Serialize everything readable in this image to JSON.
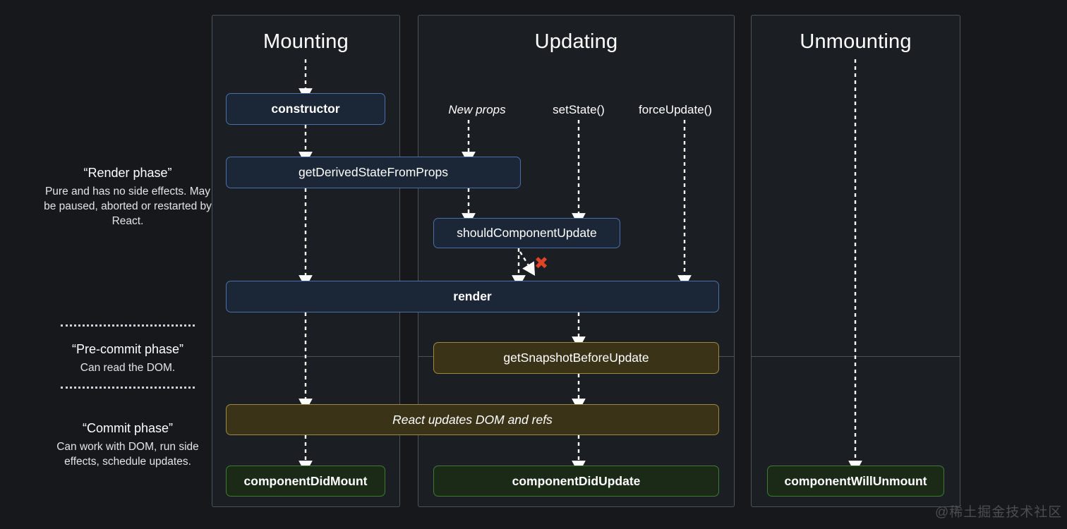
{
  "background_color": "#16181c",
  "columns": [
    {
      "id": "mounting",
      "title": "Mounting"
    },
    {
      "id": "updating",
      "title": "Updating"
    },
    {
      "id": "unmounting",
      "title": "Unmounting"
    }
  ],
  "phases": [
    {
      "id": "render-phase",
      "title": "“Render phase”",
      "description": "Pure and has no side effects. May be paused, aborted or restarted by React."
    },
    {
      "id": "pre-commit-phase",
      "title": "“Pre-commit phase”",
      "description": "Can read the DOM."
    },
    {
      "id": "commit-phase",
      "title": "“Commit phase”",
      "description": "Can work with DOM, run side effects, schedule updates."
    }
  ],
  "triggers": [
    {
      "id": "new-props",
      "label": "New props",
      "style": "italic"
    },
    {
      "id": "set-state",
      "label": "setState()",
      "style": "normal"
    },
    {
      "id": "force-update",
      "label": "forceUpdate()",
      "style": "normal"
    }
  ],
  "nodes": [
    {
      "id": "constructor",
      "label": "constructor",
      "color": "blue",
      "weight": "bold",
      "column": "mounting"
    },
    {
      "id": "get-derived-state",
      "label": "getDerivedStateFromProps",
      "color": "blue",
      "weight": "normal",
      "column": "mounting-updating"
    },
    {
      "id": "should-component-update",
      "label": "shouldComponentUpdate",
      "color": "blue",
      "weight": "normal",
      "column": "updating"
    },
    {
      "id": "render",
      "label": "render",
      "color": "blue",
      "weight": "bold",
      "column": "mounting-updating"
    },
    {
      "id": "get-snapshot-before-update",
      "label": "getSnapshotBeforeUpdate",
      "color": "olive",
      "weight": "normal",
      "column": "updating"
    },
    {
      "id": "react-updates-dom",
      "label": "React updates DOM and refs",
      "color": "olive",
      "weight": "italic",
      "column": "mounting-updating"
    },
    {
      "id": "component-did-mount",
      "label": "componentDidMount",
      "color": "green",
      "weight": "bold",
      "column": "mounting"
    },
    {
      "id": "component-did-update",
      "label": "componentDidUpdate",
      "color": "green",
      "weight": "bold",
      "column": "updating"
    },
    {
      "id": "component-will-unmount",
      "label": "componentWillUnmount",
      "color": "green",
      "weight": "bold",
      "column": "unmounting"
    }
  ],
  "annotations": {
    "skip_render_x": "✖"
  },
  "watermark": "@稀土掘金技术社区",
  "colors": {
    "blue_fill": "#1b2637",
    "blue_border": "#4d6fa8",
    "olive_fill": "#3a3318",
    "olive_border": "#9d8a3c",
    "green_fill": "#1a2a17",
    "green_border": "#3f7a34",
    "panel_fill": "#1b1e23",
    "panel_border": "#4e5257",
    "x_red": "#e04428",
    "text": "#ffffff"
  }
}
